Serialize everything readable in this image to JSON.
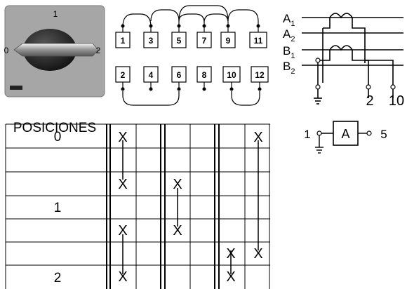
{
  "switch": {
    "top_label": "1",
    "left_label": "0",
    "right_label": "2",
    "caption": "POSICIONES"
  },
  "terminals": {
    "top_row": [
      "1",
      "3",
      "5",
      "7",
      "9",
      "11"
    ],
    "bottom_row": [
      "2",
      "4",
      "6",
      "8",
      "10",
      "12"
    ]
  },
  "meter": {
    "lines": [
      "A",
      "A",
      "B",
      "B"
    ],
    "line_subscripts": [
      "1",
      "2",
      "1",
      "2"
    ],
    "outputs": [
      "2",
      "10"
    ]
  },
  "ammeter": {
    "symbol": "A",
    "left_terminal": "1",
    "right_terminal": "5"
  },
  "positions_table": {
    "labels": [
      "0",
      "",
      "",
      "1",
      "",
      "",
      "2"
    ],
    "x_mark": "X"
  },
  "colors": {
    "switch_panel": "#a6a6a6",
    "switch_knob": "#222222",
    "lines": "#000000"
  }
}
